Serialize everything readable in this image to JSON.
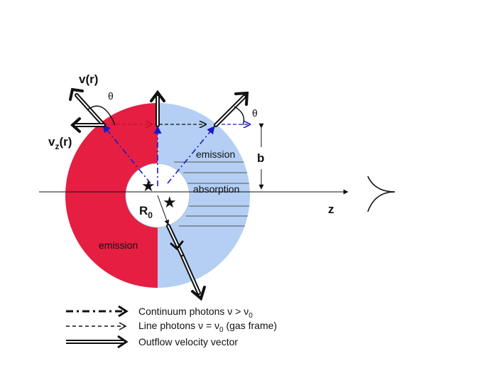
{
  "labels": {
    "v_r": "v(r)",
    "vz_r_main": "v",
    "vz_r_sub": "z",
    "vz_r_tail": "(r)",
    "theta_left": "θ",
    "theta_right": "θ",
    "b": "b",
    "z_axis": "z",
    "r0_main": "R",
    "r0_sub": "0",
    "emission_left": "emission",
    "emission_right": "emission",
    "absorption": "absorption"
  },
  "legend": [
    {
      "text": "Continuum photons ν > ν",
      "sub": "0",
      "tail": "",
      "style": "dash-dot"
    },
    {
      "text": "Line photons ν = ν",
      "sub": "0",
      "tail": " (gas frame)",
      "style": "dashed"
    },
    {
      "text": "Outflow velocity vector",
      "sub": "",
      "tail": "",
      "style": "double"
    }
  ],
  "colors": {
    "emission": "#e51e42",
    "absorption_region": "#b4cff3",
    "photon_paths": "#1919c8",
    "line_photon_red": "#c0142e",
    "vectors": "#111111",
    "star": "#111111"
  },
  "icons": {
    "stars": "star-icon",
    "observer": "observer-eye-icon"
  }
}
